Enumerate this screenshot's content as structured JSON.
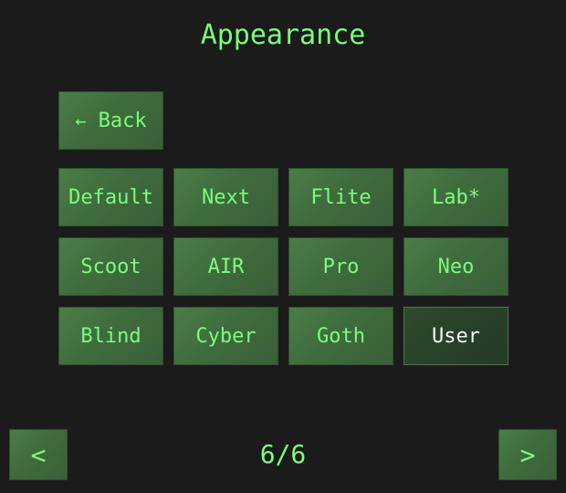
{
  "title": "Appearance",
  "back_button": {
    "arrow": "←",
    "label": "Back"
  },
  "themes": [
    {
      "label": "Default",
      "selected": false
    },
    {
      "label": "Next",
      "selected": false
    },
    {
      "label": "Flite",
      "selected": false
    },
    {
      "label": "Lab*",
      "selected": false
    },
    {
      "label": "Scoot",
      "selected": false
    },
    {
      "label": "AIR",
      "selected": false
    },
    {
      "label": "Pro",
      "selected": false
    },
    {
      "label": "Neo",
      "selected": false
    },
    {
      "label": "Blind",
      "selected": false
    },
    {
      "label": "Cyber",
      "selected": false
    },
    {
      "label": "Goth",
      "selected": false
    },
    {
      "label": "User",
      "selected": true
    }
  ],
  "pagination": {
    "prev_label": "<",
    "next_label": ">",
    "page_text": "6/6"
  },
  "colors": {
    "background": "#1b1b1b",
    "accent_text": "#7dfc7d",
    "button_fill": "#437540",
    "selected_fill": "#2a422b",
    "selected_text": "#f4f4f4"
  }
}
